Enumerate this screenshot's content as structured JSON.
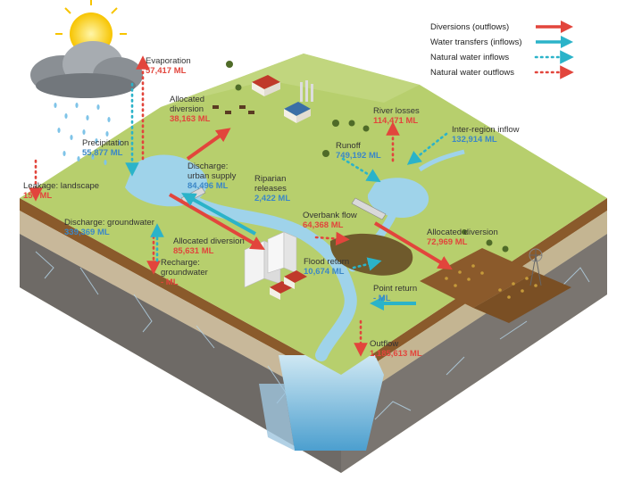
{
  "legend": {
    "diversions": "Diversions (outflows)",
    "transfers": "Water transfers (inflows)",
    "natural_in": "Natural water inflows",
    "natural_out": "Natural water outflows"
  },
  "colors": {
    "red": "#e2453c",
    "blue": "#2bb3c9",
    "value_red": "#e2453c",
    "value_blue": "#3b87c7"
  },
  "flows": {
    "evaporation": {
      "label": "Evaporation",
      "value": "57,417 ML"
    },
    "precipitation": {
      "label": "Precipitation",
      "value": "55,877 ML"
    },
    "allocated_diversion_top": {
      "label1": "Allocated",
      "label2": "diversion",
      "value": "38,163 ML"
    },
    "discharge_urban": {
      "label1": "Discharge:",
      "label2": "urban supply",
      "value": "84,496 ML"
    },
    "riparian": {
      "label1": "Riparian",
      "label2": "releases",
      "value": "2,422 ML"
    },
    "leakage": {
      "label": "Leakage: landscape",
      "value": "150 ML"
    },
    "discharge_ground": {
      "label": "Discharge: groundwater",
      "value": "339,369 ML"
    },
    "allocated_diversion_mid": {
      "label": "Allocated diversion",
      "value": "85,631 ML"
    },
    "recharge": {
      "label1": "Recharge:",
      "label2": "groundwater",
      "value": "- ML"
    },
    "river_losses": {
      "label": "River losses",
      "value": "114,471 ML"
    },
    "inter_region": {
      "label": "Inter-region inflow",
      "value": "132,914 ML"
    },
    "runoff": {
      "label": "Runoff",
      "value": "749,192 ML"
    },
    "overbank": {
      "label": "Overbank flow",
      "value": "64,368 ML"
    },
    "allocated_diversion_right": {
      "label": "Allocated diversion",
      "value": "72,969 ML"
    },
    "flood_return": {
      "label": "Flood return",
      "value": "10,674 ML"
    },
    "point_return": {
      "label": "Point return",
      "value": "- ML"
    },
    "outflow": {
      "label": "Outflow",
      "value": "1,185,613 ML"
    }
  }
}
